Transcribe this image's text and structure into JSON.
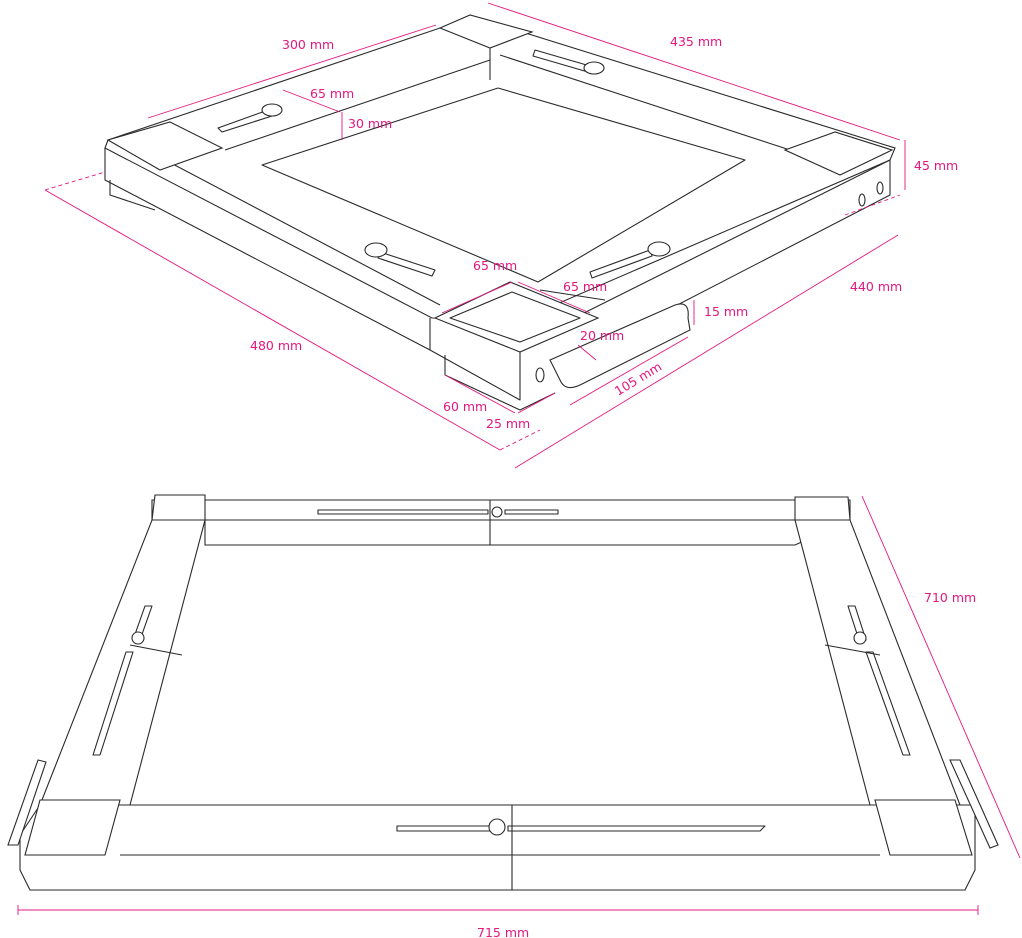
{
  "accent_color": "#e5177f",
  "top_view": {
    "title": "Assembled frame, isometric view",
    "dimensions": {
      "length_back_left": "300 mm",
      "length_back_right": "435 mm",
      "slot_width": "65 mm",
      "slot_offset": "30 mm",
      "height": "45 mm",
      "length_front_right": "440 mm",
      "length_front_left": "480 mm",
      "foot_width_a": "65 mm",
      "foot_width_b": "65 mm",
      "handle_height": "15 mm",
      "handle_width": "20 mm",
      "handle_length": "105 mm",
      "foot_depth": "60 mm",
      "foot_height": "25 mm"
    }
  },
  "bottom_view": {
    "title": "Extended frame view",
    "dimensions": {
      "depth": "710 mm",
      "width": "715 mm"
    }
  }
}
